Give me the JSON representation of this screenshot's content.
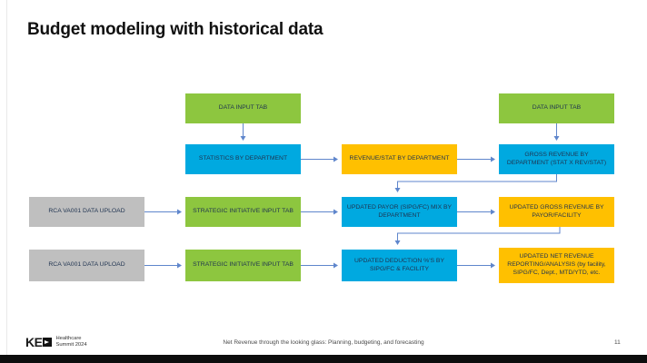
{
  "title": "Budget modeling with historical data",
  "colors": {
    "green": "#8DC63F",
    "blue": "#00A9E0",
    "orange": "#FFC000",
    "gray": "#BFBFBF",
    "arrow": "#4472C4",
    "box-text": "#1F3350"
  },
  "diagram": {
    "boxes": [
      {
        "label": "DATA INPUT TAB",
        "type": "green"
      },
      {
        "label": "DATA INPUT TAB",
        "type": "green"
      },
      {
        "label": "STATISTICS BY DEPARTMENT",
        "type": "blue"
      },
      {
        "label": "REVENUE/STAT BY DEPARTMENT",
        "type": "orange"
      },
      {
        "label": "GROSS REVENUE BY DEPARTMENT (STAT X REV/STAT)",
        "type": "blue"
      },
      {
        "label": "RCA VA001 DATA UPLOAD",
        "type": "gray"
      },
      {
        "label": "STRATEGIC INITIATIVE INPUT TAB",
        "type": "green"
      },
      {
        "label": "UPDATED PAYOR (SIPG/FC) MIX BY DEPARTMENT",
        "type": "blue"
      },
      {
        "label": "UPDATED GROSS REVENUE BY PAYOR/FACILITY",
        "type": "orange"
      },
      {
        "label": "RCA VA001 DATA UPLOAD",
        "type": "gray"
      },
      {
        "label": "STRATEGIC INITIATIVE INPUT TAB",
        "type": "green"
      },
      {
        "label": "UPDATED DEDUCTION %'S BY SIPG/FC & FACILITY",
        "type": "blue"
      },
      {
        "label": "UPDATED NET REVENUE REPORTING/ANALYSIS (by facility, SIPG/FC, Dept., MTD/YTD, etc.",
        "type": "orange"
      }
    ]
  },
  "footer": {
    "logo_text": "KE",
    "logo_line1": "Healthcare",
    "logo_line2": "Summit 2024",
    "caption": "Net Revenue through the looking glass: Planning, budgeting, and forecasting",
    "page_number": "11"
  }
}
